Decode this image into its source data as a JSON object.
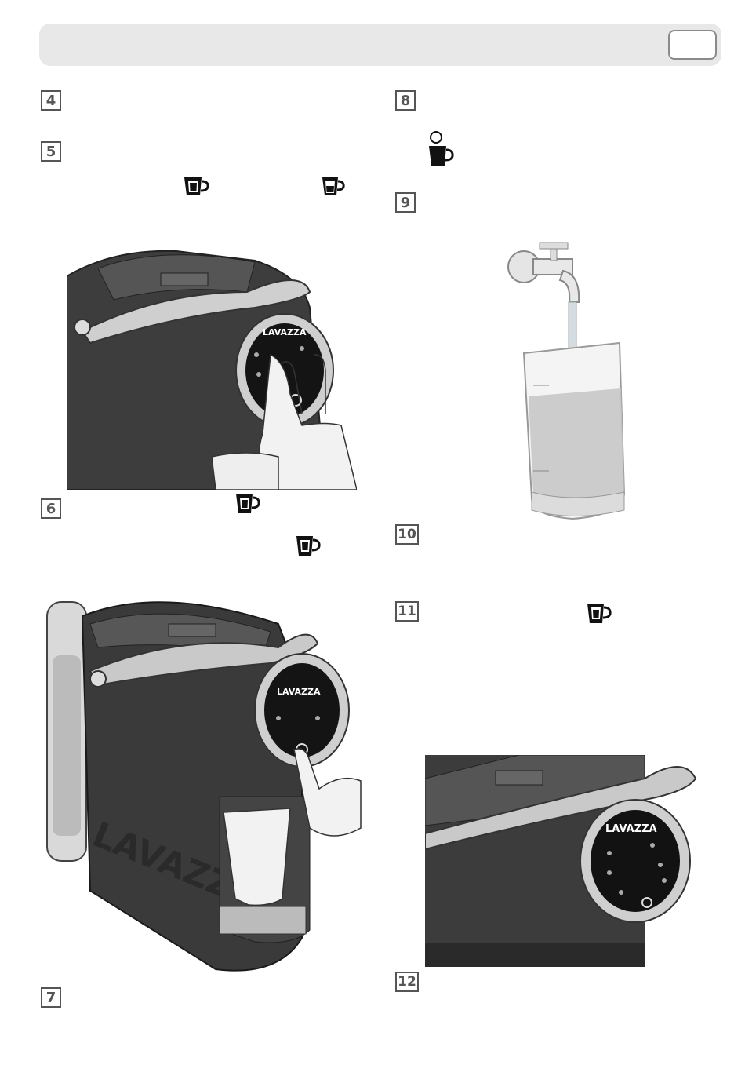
{
  "header": {
    "page_number": ""
  },
  "steps": [
    {
      "id": "step-4",
      "number": "4"
    },
    {
      "id": "step-5",
      "number": "5"
    },
    {
      "id": "step-6",
      "number": "6"
    },
    {
      "id": "step-7",
      "number": "7"
    },
    {
      "id": "step-8",
      "number": "8"
    },
    {
      "id": "step-9",
      "number": "9"
    },
    {
      "id": "step-10",
      "number": "10"
    },
    {
      "id": "step-11",
      "number": "11"
    },
    {
      "id": "step-12",
      "number": "12"
    }
  ],
  "machine": {
    "brand": "LAVAZZA",
    "panel_brand": "LAVAZZA"
  },
  "icons": {
    "cup": "espresso-cup-icon",
    "cup_half": "cup-half-filled-icon",
    "power": "power-ring-icon"
  },
  "colors": {
    "header_bg": "#e8e8e8",
    "machine_body": "#3b3b3b",
    "machine_trim": "#bdbdbd",
    "step_border": "#555555"
  }
}
